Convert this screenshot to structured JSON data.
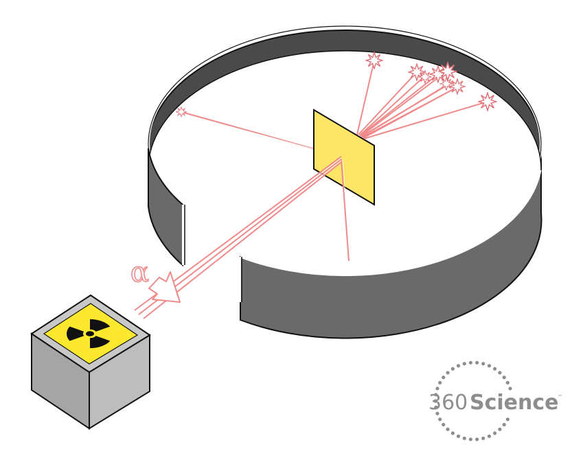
{
  "diagram": {
    "alpha_symbol": "α",
    "colors": {
      "wall_outer": "#6a6a6a",
      "wall_inner": "#4a4a4a",
      "foil": "#fde567",
      "ray": "#f08a8a",
      "source_box_side": "#a5a5a5",
      "source_box_top": "#c8c8c8",
      "hazard_yellow": "#fce92f"
    },
    "icons": [
      "radiation-icon",
      "arrow-icon",
      "flash-icon"
    ]
  },
  "logo": {
    "number": "360",
    "word": "Science",
    "trademark": "™",
    "color": "#8d8d8d"
  }
}
